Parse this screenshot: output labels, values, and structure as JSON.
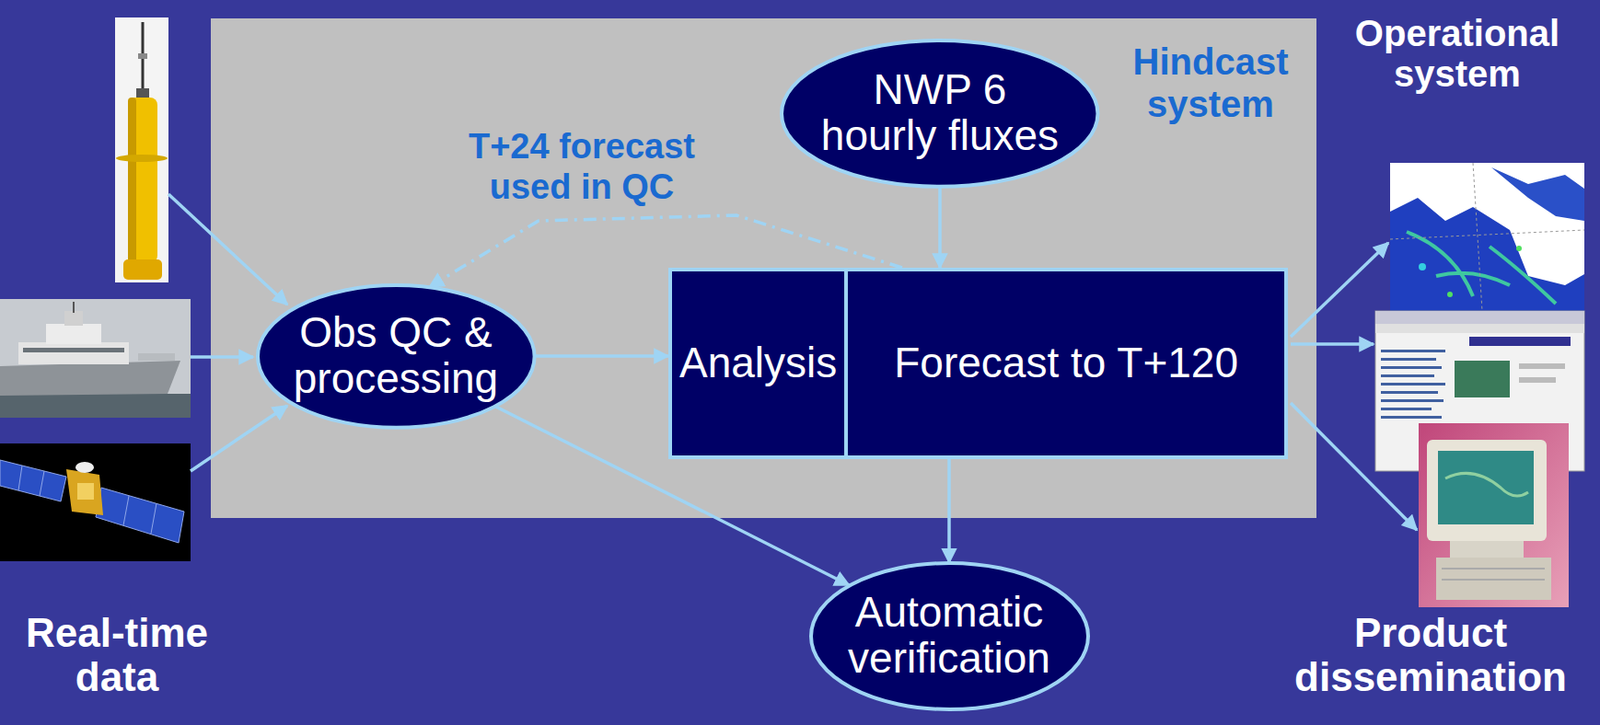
{
  "diagram": {
    "nodes": [
      {
        "text": [
          "Hindcast system"
        ]
      },
      {
        "text": [
          "NWP 6 hourly fluxes"
        ],
        "in": 0
      },
      {
        "text": [
          "Obs QC & processing"
        ],
        "in": 0
      },
      {
        "text": [
          "Analysis"
        ],
        "in": 0
      },
      {
        "text": [
          "Forecast to T+120"
        ],
        "in": 0
      },
      {
        "text": [
          "Automatic verification"
        ]
      }
    ],
    "edges": [
      {
        "from": 1,
        "to": 4,
        "arrow": "to"
      },
      {
        "from": 2,
        "to": 3,
        "arrow": "to"
      },
      {
        "from": 2,
        "to": 5,
        "arrow": "to"
      },
      {
        "from": 4,
        "to": 5,
        "arrow": "to"
      },
      {
        "from": 4,
        "to": 2,
        "label": "T+24 forecast used in QC",
        "arrow": "to"
      }
    ],
    "labels": [
      "Operational system",
      "Real-time data",
      "Product dissemination"
    ]
  }
}
